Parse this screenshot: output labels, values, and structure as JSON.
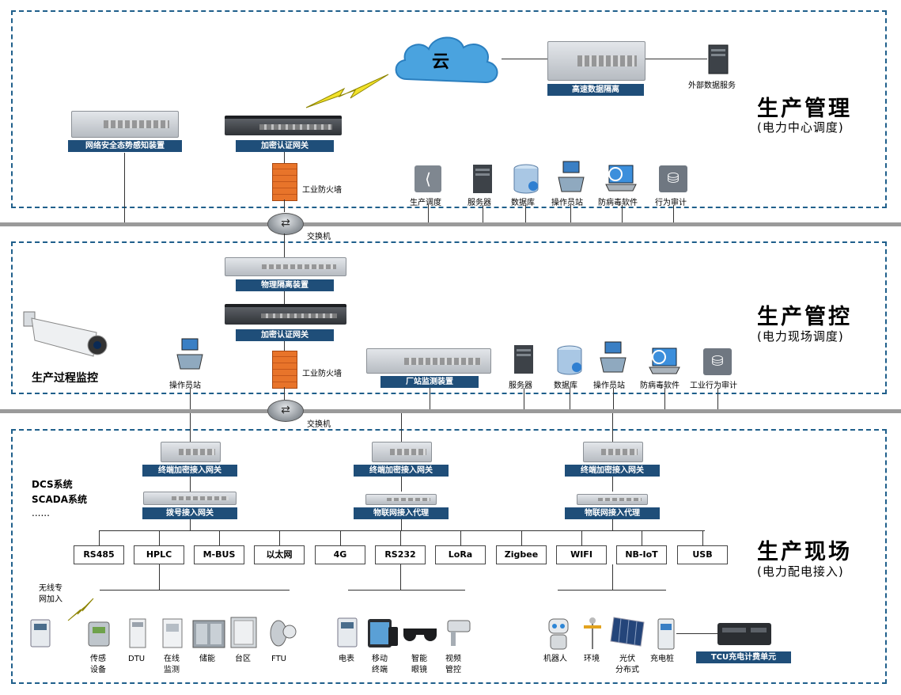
{
  "zones": {
    "management": {
      "title": "生产管理",
      "subtitle": "(电力中心调度)"
    },
    "control": {
      "title": "生产管控",
      "subtitle": "(电力现场调度)"
    },
    "field": {
      "title": "生产现场",
      "subtitle": "(电力配电接入)"
    }
  },
  "top": {
    "cloud": "云",
    "isolation": "高速数据隔离",
    "external_service": "外部数据服务",
    "security_sensing": "网络安全态势感知装置",
    "crypto_gateway": "加密认证网关",
    "firewall": "工业防火墙",
    "services": [
      "生产调度",
      "服务器",
      "数据库",
      "操作员站",
      "防病毒软件",
      "行为审计"
    ]
  },
  "switch_label": "交换机",
  "middle": {
    "physical_isolation": "物理隔离装置",
    "crypto_gateway": "加密认证网关",
    "firewall": "工业防火墙",
    "monitoring": "生产过程监控",
    "operator_station": "操作员站",
    "plant_monitor": "厂站监测装置",
    "services": [
      "服务器",
      "数据库",
      "操作员站",
      "防病毒软件",
      "工业行为审计"
    ]
  },
  "bottom": {
    "terminal_gateway": "终端加密接入网关",
    "dialup_gateway": "拨号接入网关",
    "iot_proxy": "物联网接入代理",
    "systems": [
      "DCS系统",
      "SCADA系统",
      "......"
    ],
    "protocols": [
      "RS485",
      "HPLC",
      "M-BUS",
      "以太网",
      "4G",
      "RS232",
      "LoRa",
      "Zigbee",
      "WIFI",
      "NB-IoT",
      "USB"
    ],
    "wireless_access": [
      "无线专",
      "网加入"
    ],
    "devices_left": [
      [
        "传感",
        "设备"
      ],
      [
        "DTU"
      ],
      [
        "在线",
        "监测"
      ],
      [
        "储能"
      ],
      [
        "台区"
      ],
      [
        "FTU"
      ]
    ],
    "devices_mid": [
      [
        "电表"
      ],
      [
        "移动",
        "终端"
      ],
      [
        "智能",
        "眼镜"
      ],
      [
        "视频",
        "管控"
      ]
    ],
    "devices_right": [
      [
        "机器人"
      ],
      [
        "环境"
      ],
      [
        "光伏",
        "分布式"
      ],
      [
        "充电桩"
      ]
    ],
    "tcu": "TCU充电计费单元"
  }
}
